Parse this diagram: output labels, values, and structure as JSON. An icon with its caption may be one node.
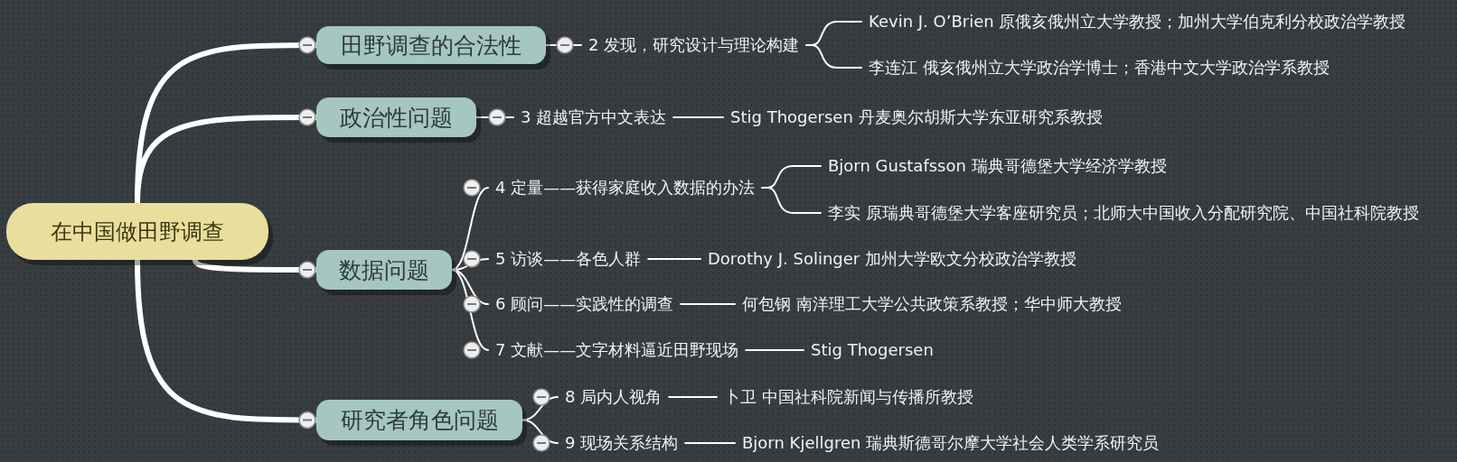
{
  "diagram": {
    "nodes": [
      {
        "text": [
          "在中国做田野调查"
        ]
      },
      {
        "text": [
          "田野调查的合法性"
        ]
      },
      {
        "text": [
          "2 发现，研究设计与理论构建"
        ]
      },
      {
        "text": [
          "Kevin J. O’Brien 原俄亥俄州立大学教授；加州大学伯克利分校政治学教授"
        ]
      },
      {
        "text": [
          "李连江 俄亥俄州立大学政治学博士；香港中文大学政治学系教授"
        ]
      },
      {
        "text": [
          "政治性问题"
        ]
      },
      {
        "text": [
          "3 超越官方中文表达"
        ]
      },
      {
        "text": [
          "Stig Thogersen 丹麦奥尔胡斯大学东亚研究系教授"
        ]
      },
      {
        "text": [
          "数据问题"
        ]
      },
      {
        "text": [
          "4 定量——获得家庭收入数据的办法"
        ]
      },
      {
        "text": [
          "Bjorn Gustafsson 瑞典哥德堡大学经济学教授"
        ]
      },
      {
        "text": [
          "李实 原瑞典哥德堡大学客座研究员；北师大中国收入分配研究院、中国社科院教授"
        ]
      },
      {
        "text": [
          "5 访谈——各色人群"
        ]
      },
      {
        "text": [
          "Dorothy J. Solinger 加州大学欧文分校政治学教授"
        ]
      },
      {
        "text": [
          "6 顾问——实践性的调查"
        ]
      },
      {
        "text": [
          "何包钢 南洋理工大学公共政策系教授；华中师大教授"
        ]
      },
      {
        "text": [
          "7 文献——文字材料逼近田野现场"
        ]
      },
      {
        "text": [
          "Stig Thogersen"
        ]
      },
      {
        "text": [
          "研究者角色问题"
        ]
      },
      {
        "text": [
          "8 局内人视角"
        ]
      },
      {
        "text": [
          "卜卫 中国社科院新闻与传播所教授"
        ]
      },
      {
        "text": [
          "9 现场关系结构"
        ]
      },
      {
        "text": [
          "Bjorn Kjellgren 瑞典斯德哥尔摩大学社会人类学系研究员"
        ]
      }
    ],
    "edges": [
      {
        "from": 0,
        "to": 1,
        "arrow": "none",
        "style": "thick"
      },
      {
        "from": 0,
        "to": 5,
        "arrow": "none",
        "style": "thick"
      },
      {
        "from": 0,
        "to": 8,
        "arrow": "none",
        "style": "thick"
      },
      {
        "from": 0,
        "to": 18,
        "arrow": "none",
        "style": "thick"
      },
      {
        "from": 1,
        "to": 2,
        "arrow": "none"
      },
      {
        "from": 2,
        "to": 3,
        "arrow": "none"
      },
      {
        "from": 2,
        "to": 4,
        "arrow": "none"
      },
      {
        "from": 5,
        "to": 6,
        "arrow": "none"
      },
      {
        "from": 6,
        "to": 7,
        "arrow": "none"
      },
      {
        "from": 8,
        "to": 9,
        "arrow": "none"
      },
      {
        "from": 9,
        "to": 10,
        "arrow": "none"
      },
      {
        "from": 9,
        "to": 11,
        "arrow": "none"
      },
      {
        "from": 8,
        "to": 12,
        "arrow": "none"
      },
      {
        "from": 12,
        "to": 13,
        "arrow": "none"
      },
      {
        "from": 8,
        "to": 14,
        "arrow": "none"
      },
      {
        "from": 14,
        "to": 15,
        "arrow": "none"
      },
      {
        "from": 8,
        "to": 16,
        "arrow": "none"
      },
      {
        "from": 16,
        "to": 17,
        "arrow": "none"
      },
      {
        "from": 18,
        "to": 19,
        "arrow": "none"
      },
      {
        "from": 18,
        "to": 21,
        "arrow": "none"
      },
      {
        "from": 19,
        "to": 20,
        "arrow": "none"
      },
      {
        "from": 21,
        "to": 22,
        "arrow": "none"
      }
    ]
  }
}
